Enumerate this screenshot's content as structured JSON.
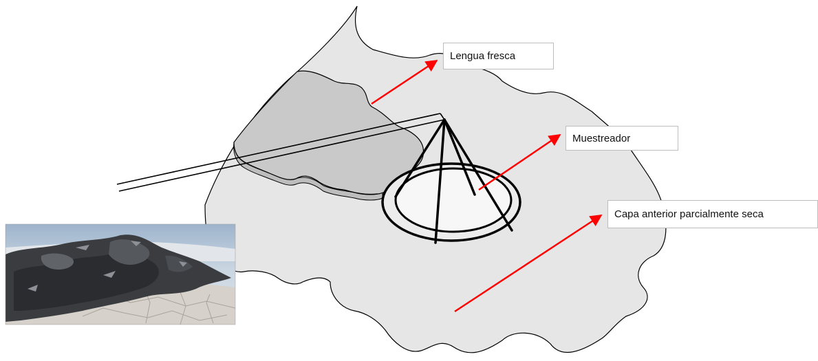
{
  "labels": {
    "fresh_tongue": "Lengua fresca",
    "sampler": "Muestreador",
    "previous_layer": "Capa anterior parcialmente seca"
  },
  "colors": {
    "dry_layer_fill": "#e6e6e6",
    "fresh_tongue_fill": "#c9c9c9",
    "sampler_base_fill": "#f5f5f5",
    "outline": "#000000",
    "arrow": "#ff0000"
  },
  "photo": {
    "subject": "mud-flow-deposit-photograph"
  }
}
